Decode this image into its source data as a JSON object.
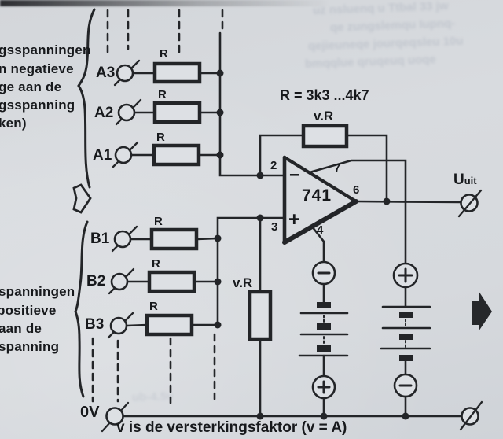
{
  "document": {
    "type": "book-photo circuit schematic",
    "caption": "v is de versterkingsfaktor (v = A)",
    "formula": "R = 3k3 ...4k7"
  },
  "colors": {
    "paper": "#d6d9dd",
    "ink": "#232528",
    "text": "#17191c"
  },
  "annotations": {
    "top_left_fragment_lines": [
      "gsspanningen",
      "n negatieve",
      "ge aan de",
      "gsspanning",
      "ken)"
    ],
    "bottom_left_fragment_lines": [
      "spanningen",
      "positieve",
      "aan de",
      "spanning"
    ]
  },
  "opamp": {
    "part": "741",
    "minus_sign": "−",
    "plus_sign": "+",
    "pins": {
      "inverting": "2",
      "noninverting": "3",
      "v_minus": "4",
      "output": "6",
      "v_plus": "7"
    }
  },
  "inputs": {
    "a": [
      {
        "label": "A3",
        "resistor": "R"
      },
      {
        "label": "A2",
        "resistor": "R"
      },
      {
        "label": "A1",
        "resistor": "R"
      }
    ],
    "b": [
      {
        "label": "B1",
        "resistor": "R"
      },
      {
        "label": "B2",
        "resistor": "R"
      },
      {
        "label": "B3",
        "resistor": "R"
      }
    ]
  },
  "resistors": {
    "feedback_label": "v.R",
    "shunt_label": "v.R"
  },
  "output": {
    "u": "U",
    "subscript": "uit"
  },
  "ground_label": "0V",
  "battery_left": {
    "top_terminal": "−",
    "bottom_terminal": "+"
  },
  "battery_right": {
    "top_terminal": "+",
    "bottom_terminal": "−"
  },
  "bleed_through": {
    "illegible": true,
    "lines": [
      "uz nsluenq u Ttbal 33 jw",
      "qe zungslemqu Iupnq-",
      "qejieuneqe jourqeqsleu 10u",
      "bmqqlue qruqeuq uoqe",
      "ub-4.5v"
    ]
  }
}
